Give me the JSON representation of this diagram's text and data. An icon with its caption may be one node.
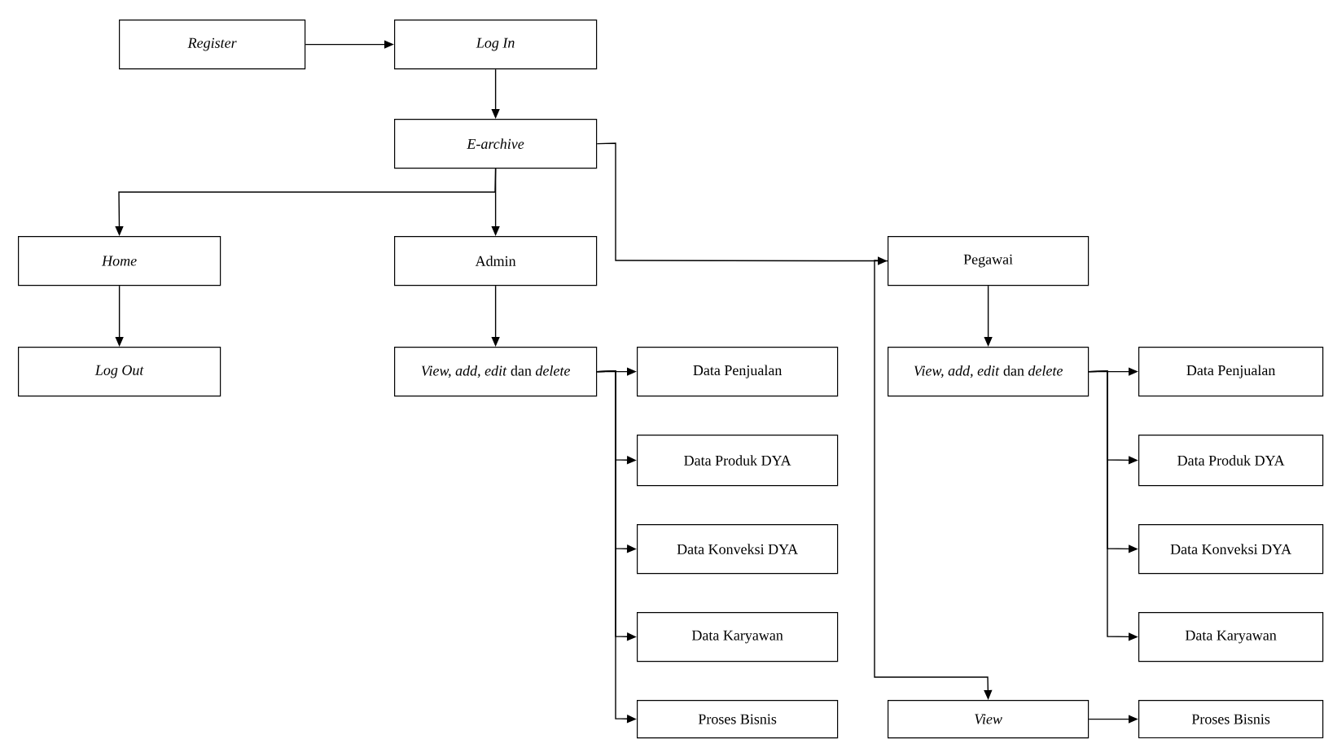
{
  "diagram": {
    "nodes": [
      {
        "text": [
          "Register"
        ]
      },
      {
        "text": [
          "Log In"
        ]
      },
      {
        "text": [
          "E-archive"
        ]
      },
      {
        "text": [
          "Home"
        ]
      },
      {
        "text": [
          "Admin"
        ]
      },
      {
        "text": [
          "Pegawai"
        ]
      },
      {
        "text": [
          "Log Out"
        ]
      },
      {
        "text": [
          "*View, add, edit* dan *delete*"
        ]
      },
      {
        "text": [
          "Data Penjualan"
        ]
      },
      {
        "text": [
          "*View, add, edit* dan *delete*"
        ]
      },
      {
        "text": [
          "Data Penjualan"
        ]
      },
      {
        "text": [
          "Data Produk DYA"
        ]
      },
      {
        "text": [
          "Data Produk DYA"
        ]
      },
      {
        "text": [
          "Data Konveksi DYA"
        ]
      },
      {
        "text": [
          "Data Konveksi DYA"
        ]
      },
      {
        "text": [
          "Data Karyawan"
        ]
      },
      {
        "text": [
          "Data Karyawan"
        ]
      },
      {
        "text": [
          "Proses Bisnis"
        ]
      },
      {
        "text": [
          "View"
        ]
      },
      {
        "text": [
          "Proses Bisnis"
        ]
      }
    ],
    "edges": [
      {
        "from": 0,
        "to": 1,
        "arrow": "to"
      },
      {
        "from": 1,
        "to": 2,
        "arrow": "to"
      },
      {
        "from": 2,
        "to": 3,
        "arrow": "to"
      },
      {
        "from": 2,
        "to": 4,
        "arrow": "to"
      },
      {
        "from": 2,
        "to": 5,
        "arrow": "to"
      },
      {
        "from": 3,
        "to": 6,
        "arrow": "to"
      },
      {
        "from": 4,
        "to": 7,
        "arrow": "to"
      },
      {
        "from": 5,
        "to": 9,
        "arrow": "to"
      },
      {
        "from": 7,
        "to": 8,
        "arrow": "to"
      },
      {
        "from": 7,
        "to": 11,
        "arrow": "to"
      },
      {
        "from": 7,
        "to": 13,
        "arrow": "to"
      },
      {
        "from": 7,
        "to": 15,
        "arrow": "to"
      },
      {
        "from": 7,
        "to": 17,
        "arrow": "to"
      },
      {
        "from": 9,
        "to": 10,
        "arrow": "to"
      },
      {
        "from": 9,
        "to": 12,
        "arrow": "to"
      },
      {
        "from": 9,
        "to": 14,
        "arrow": "to"
      },
      {
        "from": 9,
        "to": 16,
        "arrow": "to"
      },
      {
        "from": 5,
        "to": 18,
        "arrow": "to"
      },
      {
        "from": 18,
        "to": 19,
        "arrow": "to"
      }
    ]
  }
}
